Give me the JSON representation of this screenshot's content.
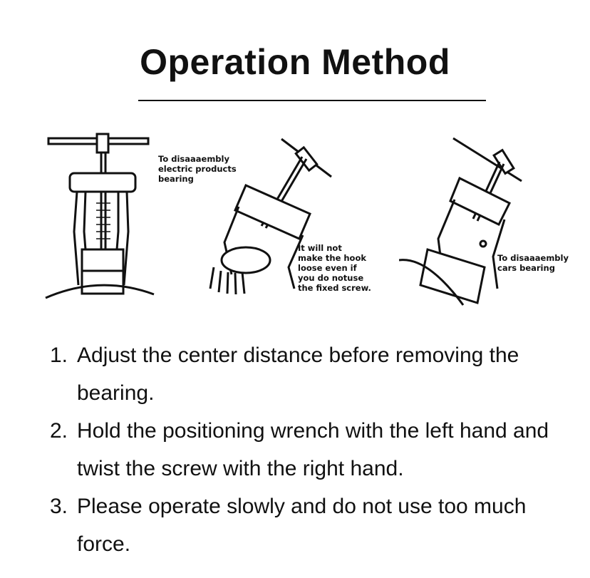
{
  "header": {
    "title": "Operation Method"
  },
  "figures": [
    {
      "icon": "bearing-puller-front-illustration",
      "caption": "To disaaaembly\nelectric products\nbearing"
    },
    {
      "icon": "bearing-puller-angled-illustration",
      "caption": "It will not\nmake the hook\nloose even if\nyou do notuse\nthe fixed screw."
    },
    {
      "icon": "bearing-puller-car-illustration",
      "caption": "To disaaaembly\ncars bearing"
    }
  ],
  "steps": [
    {
      "number": "1.",
      "text": "Adjust the center distance before removing the bearing."
    },
    {
      "number": "2.",
      "text": "Hold the positioning wrench with the left hand and twist the screw with the right hand."
    },
    {
      "number": "3.",
      "text": "Please operate slowly and do not use too much force."
    }
  ]
}
